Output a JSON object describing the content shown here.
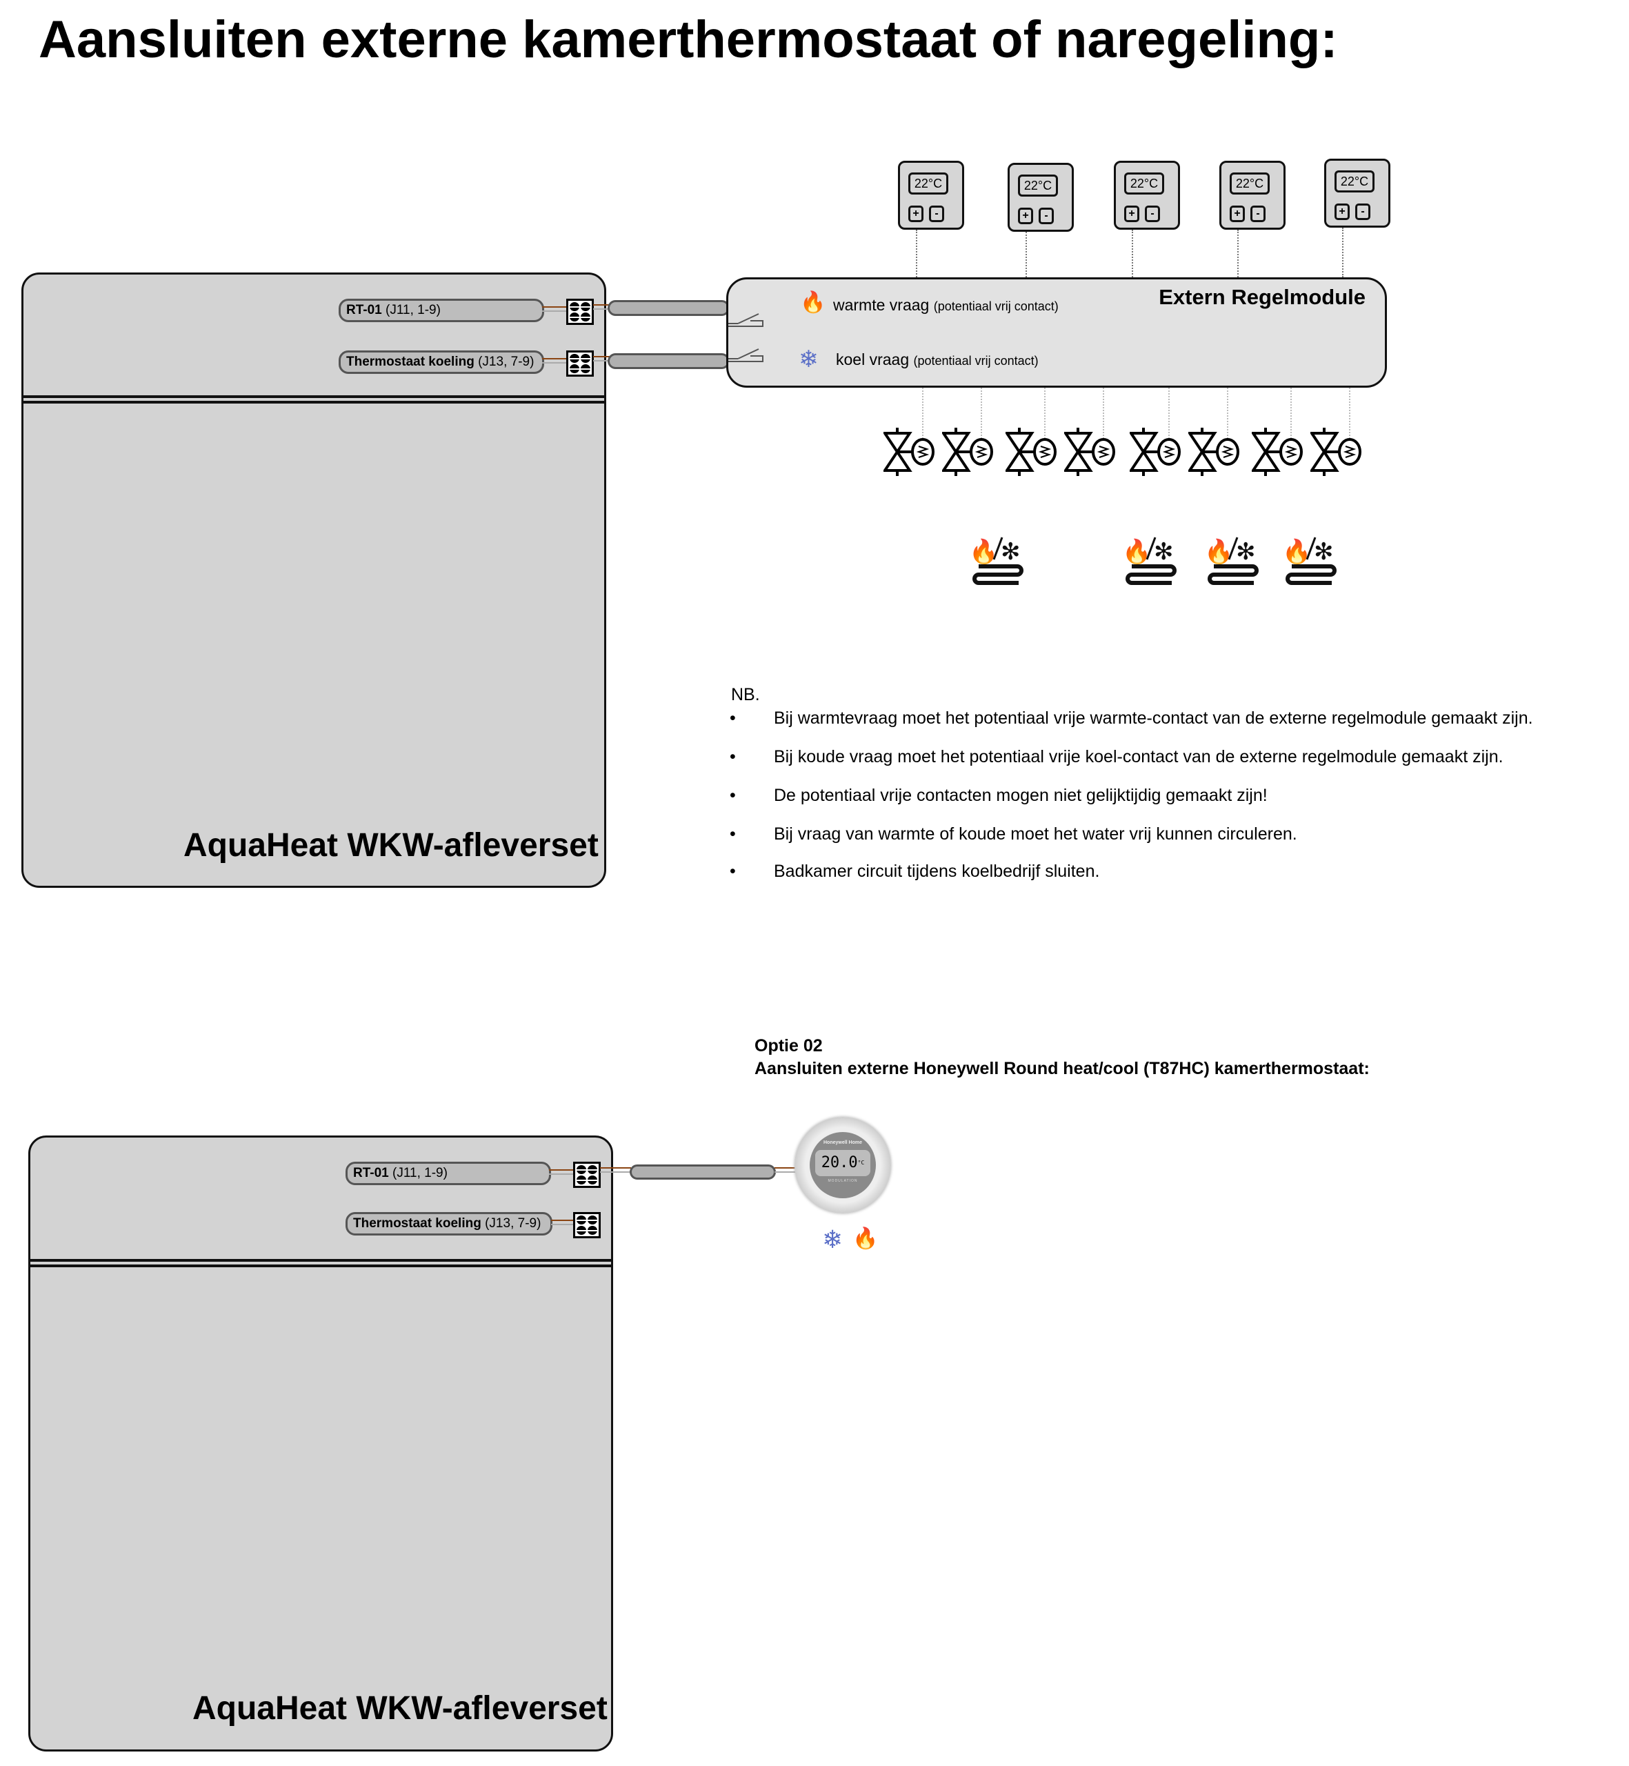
{
  "title": "Aansluiten externe kamerthermostaat of naregeling:",
  "unit1": {
    "label": "AquaHeat WKW-afleverset",
    "rt_bold": "RT-01",
    "rt_rest": "(J11, 1-9)",
    "tk_bold": "Thermostaat koeling",
    "tk_rest": "(J13, 7-9)"
  },
  "module": {
    "title": "Extern Regelmodule",
    "warm": "warmte vraag",
    "koel": "koel vraag",
    "note": "(potentiaal vrij contact)"
  },
  "room_thermostats": [
    {
      "temp": "22°C"
    },
    {
      "temp": "22°C"
    },
    {
      "temp": "22°C"
    },
    {
      "temp": "22°C"
    },
    {
      "temp": "22°C"
    }
  ],
  "buttons": {
    "plus": "+",
    "minus": "-"
  },
  "valve_count": 8,
  "nb": {
    "heading": "NB.",
    "items": [
      "Bij warmtevraag moet het potentiaal vrije warmte-contact van de externe regelmodule gemaakt zijn.",
      "Bij koude vraag moet het potentiaal vrije koel-contact van de externe regelmodule gemaakt zijn.",
      "De potentiaal vrije contacten mogen niet gelijktijdig gemaakt zijn!",
      "Bij vraag van warmte of koude moet het water vrij kunnen circuleren.",
      "Badkamer circuit tijdens koelbedrijf sluiten."
    ]
  },
  "option2": {
    "line1": "Optie 02",
    "line2": "Aansluiten externe Honeywell Round heat/cool (T87HC) kamerthermostaat:",
    "brand": "Honeywell Home",
    "display": "20.0",
    "unit": "°C",
    "mode": "MODULATION"
  },
  "unit2": {
    "label": "AquaHeat WKW-afleverset",
    "rt_bold": "RT-01",
    "rt_rest": "(J11, 1-9)",
    "tk_bold": "Thermostaat koeling",
    "tk_rest": "(J13, 7-9)"
  },
  "colors": {
    "unit": "#d3d3d3",
    "module": "#e2e2e2",
    "wire": "#8b4513",
    "snow": "#5b6fc7",
    "flame": "#f29a1a"
  }
}
